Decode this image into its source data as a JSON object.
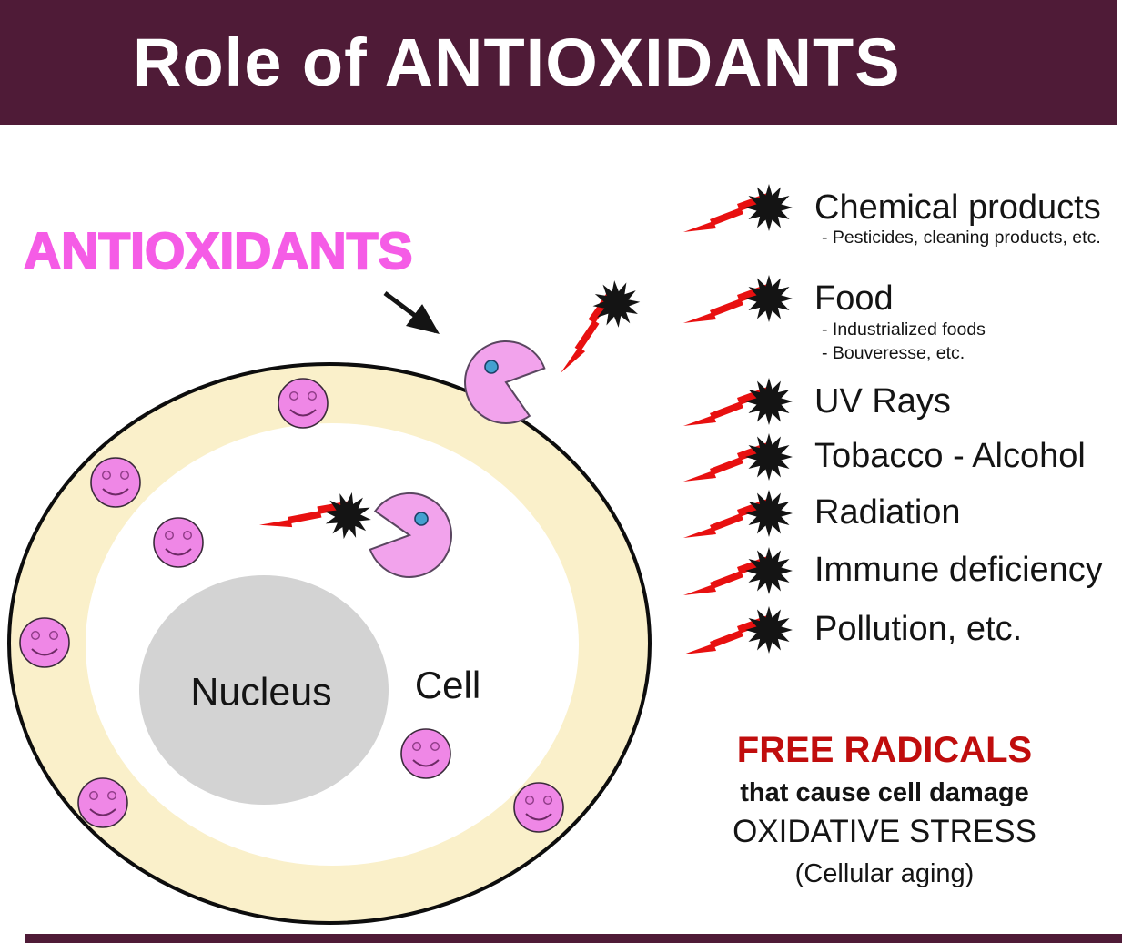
{
  "header": {
    "title": "Role of ANTIOXIDANTS"
  },
  "antioxidants_label": "ANTIOXIDANTS",
  "cell": {
    "cell_label": "Cell",
    "nucleus_label": "Nucleus"
  },
  "radical_sources": [
    {
      "label": "Chemical products",
      "subs": [
        "- Pesticides, cleaning products, etc."
      ]
    },
    {
      "label": "Food",
      "subs": [
        "- Industrialized foods",
        "- Bouveresse, etc."
      ]
    },
    {
      "label": "UV Rays",
      "subs": []
    },
    {
      "label": "Tobacco - Alcohol",
      "subs": []
    },
    {
      "label": "Radiation",
      "subs": []
    },
    {
      "label": "Immune deficiency",
      "subs": []
    },
    {
      "label": "Pollution, etc.",
      "subs": []
    }
  ],
  "free_radicals_block": {
    "title": "FREE RADICALS",
    "line1": "that cause cell damage",
    "line2": "OXIDATIVE STRESS",
    "line3": "(Cellular aging)"
  },
  "icons": {
    "free_radical": "red-lightning-bolt-with-black-starburst",
    "antioxidant_smiley": "pink-smiley-face",
    "antioxidant_pacman": "pink-pacman-eating-free-radical",
    "arrow": "black-diagonal-arrow"
  },
  "colors": {
    "header_maroon": "#4f1b37",
    "antioxidants_pink": "#f55ce6",
    "smiley_pink": "#ef87e6",
    "pacman_pink": "#f2a3ec",
    "eye_blue": "#44a0d0",
    "bolt_red": "#e81010",
    "starburst_black": "#141414",
    "membrane_cream": "#faf0ca",
    "nucleus_gray": "#d3d3d3",
    "free_radicals_red": "#c00d0d"
  }
}
